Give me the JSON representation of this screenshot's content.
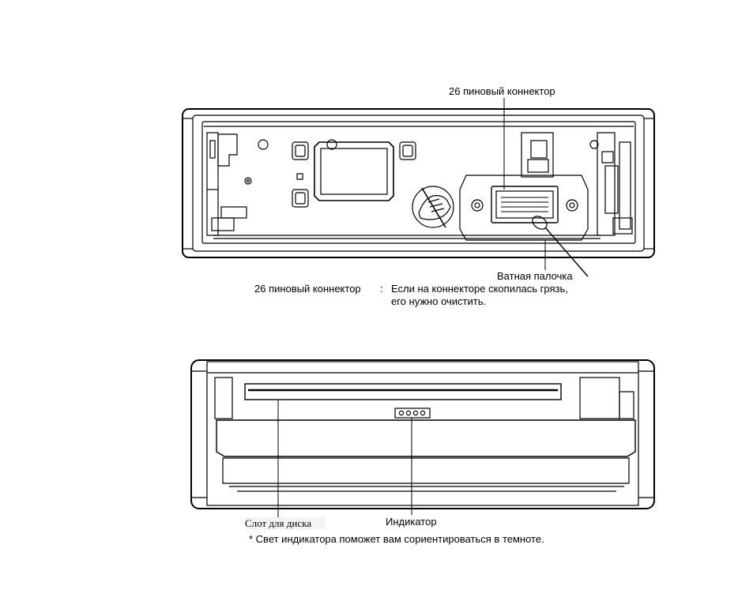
{
  "top_panel": {
    "connector_label_top": "26 пиновый коннектор",
    "cotton_swab_label": "Ватная палочка",
    "connector_label_left": "26 пиновый коннектор",
    "colon": ":",
    "note_line1": "Если на коннекторе скопилась грязь,",
    "note_line2": "его нужно очистить."
  },
  "bottom_panel": {
    "disc_slot_label": "Слот для диска",
    "indicator_label": "Индикатор",
    "footnote": "* Свет индикатора поможет вам сориентироваться в темноте."
  }
}
